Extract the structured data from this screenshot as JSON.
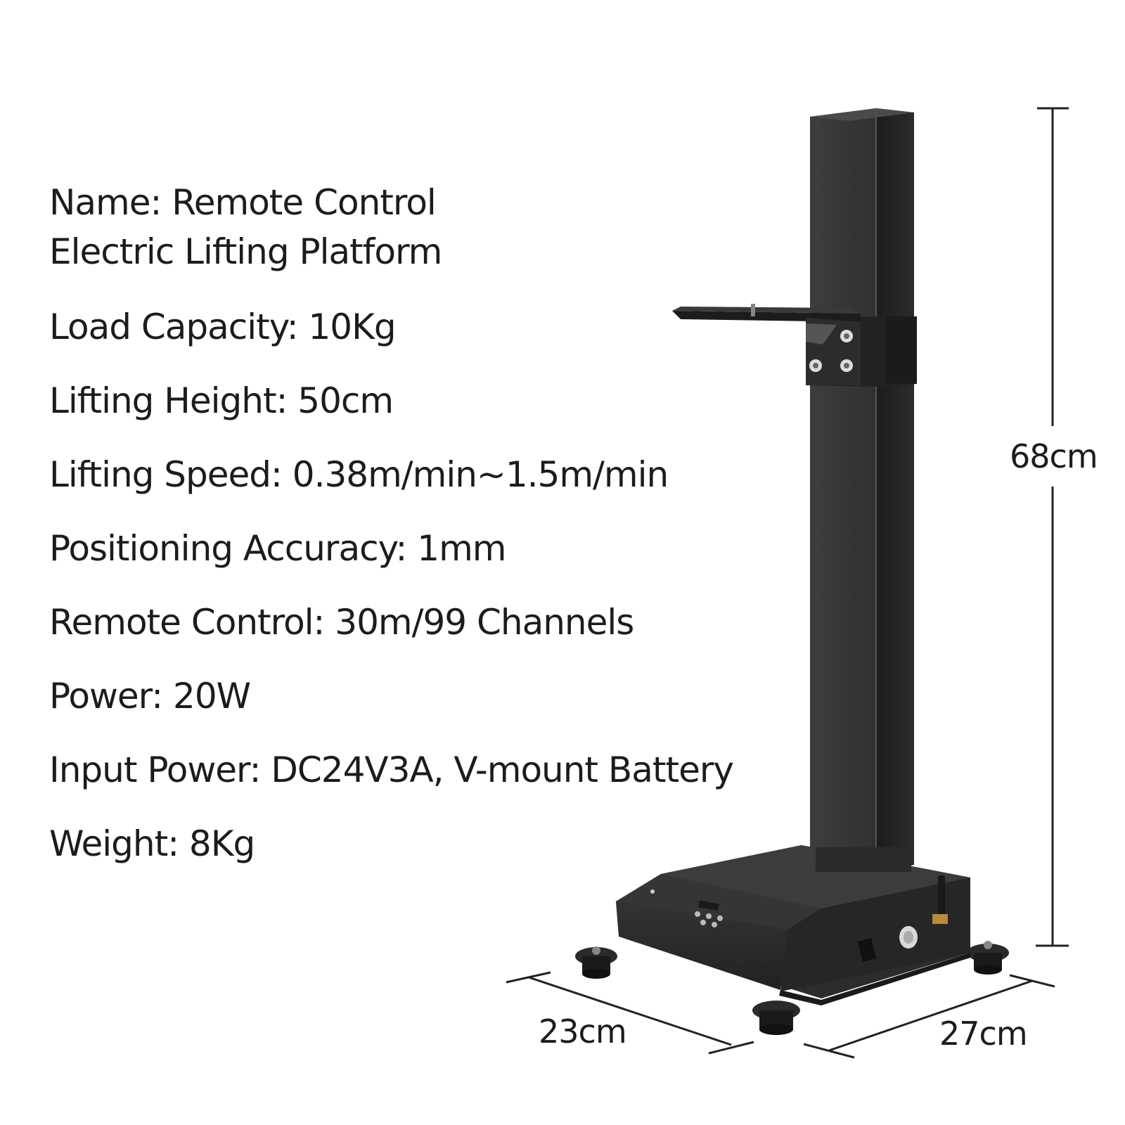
{
  "specs": {
    "name_line1": "Name: Remote Control",
    "name_line2": "Electric Lifting Platform",
    "load_capacity": "Load Capacity:  10Kg",
    "lifting_height": "Lifting Height:  50cm",
    "lifting_speed": "Lifting Speed:  0.38m/min~1.5m/min",
    "positioning_accuracy": "Positioning Accuracy:  1mm",
    "remote_control": "Remote Control:  30m/99 Channels",
    "power": "Power:  20W",
    "input_power": "Input Power:  DC24V3A, V-mount Battery",
    "weight": "Weight:  8Kg"
  },
  "dimensions": {
    "height": "68cm",
    "width": "23cm",
    "depth": "27cm"
  },
  "colors": {
    "text": "#1c1c1c",
    "product_dark": "#2b2b2b",
    "product_mid": "#3a3a3a",
    "background": "#ffffff"
  },
  "icons": {
    "product": "electric-lifting-platform-illustration"
  }
}
